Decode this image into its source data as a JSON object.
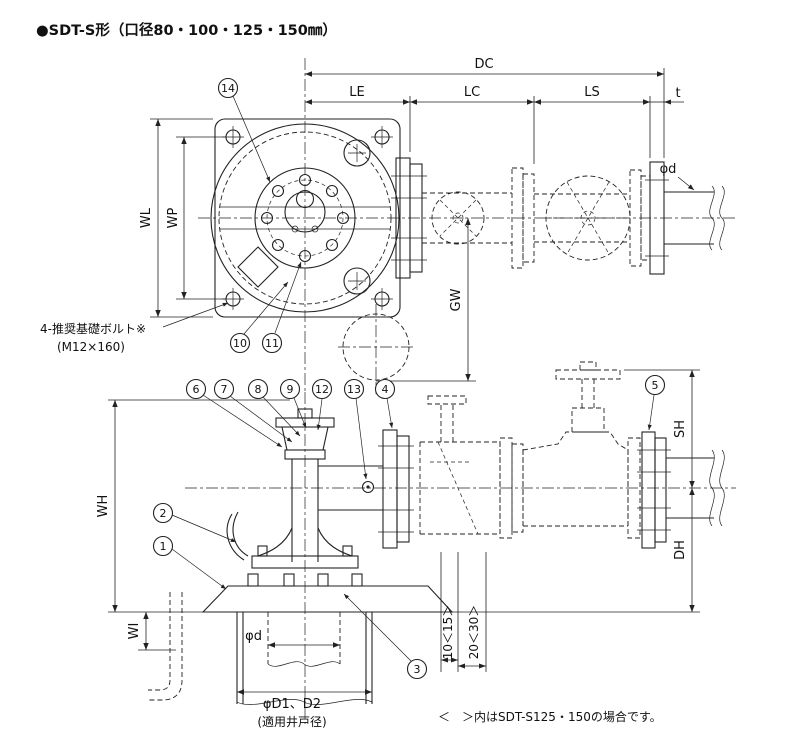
{
  "title": "●SDT-S形（口径80・100・125・150㎜）",
  "footnote": "＜　＞内はSDT-S125・150の場合です。",
  "dims": {
    "dc": "DC",
    "le": "LE",
    "lc": "LC",
    "ls": "LS",
    "t": "t",
    "phi_d_top": "φd",
    "wl": "WL",
    "wp": "WP",
    "gw": "GW",
    "wh": "WH",
    "wi": "WI",
    "sh": "SH",
    "dh": "DH",
    "phi_d_bottom": "φd",
    "well_dia": "φD1、D2",
    "well_dia_note": "(適用井戸径)",
    "offset_small": "10＜15＞",
    "offset_large": "20＜30＞"
  },
  "notes": {
    "anchor_bolt": "4-推奨基礎ボルト※",
    "anchor_bolt_size": "(M12×160)"
  },
  "callouts": [
    "1",
    "2",
    "3",
    "4",
    "5",
    "6",
    "7",
    "8",
    "9",
    "10",
    "11",
    "12",
    "13",
    "14"
  ]
}
